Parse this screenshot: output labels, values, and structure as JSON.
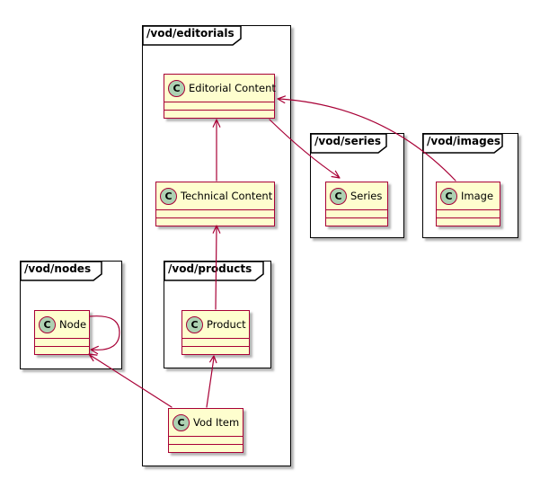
{
  "diagram": {
    "kind": "uml-class-diagram",
    "colors": {
      "background": "#FFFFFF",
      "class_fill": "#FEFECE",
      "class_border": "#A80036",
      "circle_fill": "#ADD1B2",
      "circle_border": "#A80036",
      "arrow": "#A80036",
      "package_border": "#000000",
      "package_fill": "#FFFFFF"
    },
    "packages": [
      {
        "id": "editorials",
        "label": "/vod/editorials"
      },
      {
        "id": "series",
        "label": "/vod/series"
      },
      {
        "id": "images",
        "label": "/vod/images"
      },
      {
        "id": "nodes",
        "label": "/vod/nodes"
      },
      {
        "id": "products",
        "label": "/vod/products"
      }
    ],
    "classes": [
      {
        "id": "editorial-content",
        "stereotype": "C",
        "name": "Editorial Content",
        "package": "/vod/editorials"
      },
      {
        "id": "technical-content",
        "stereotype": "C",
        "name": "Technical Content",
        "package": "/vod/editorials"
      },
      {
        "id": "series",
        "stereotype": "C",
        "name": "Series",
        "package": "/vod/series"
      },
      {
        "id": "image",
        "stereotype": "C",
        "name": "Image",
        "package": "/vod/images"
      },
      {
        "id": "node",
        "stereotype": "C",
        "name": "Node",
        "package": "/vod/nodes"
      },
      {
        "id": "product",
        "stereotype": "C",
        "name": "Product",
        "package": "/vod/products"
      },
      {
        "id": "vod-item",
        "stereotype": "C",
        "name": "Vod Item",
        "package": "/vod/editorials"
      }
    ],
    "edges": [
      {
        "from": "Technical Content",
        "to": "Editorial Content"
      },
      {
        "from": "Product",
        "to": "Technical Content"
      },
      {
        "from": "Vod Item",
        "to": "Product"
      },
      {
        "from": "Vod Item",
        "to": "Node"
      },
      {
        "from": "Node",
        "to": "Node"
      },
      {
        "from": "Editorial Content",
        "to": "Series"
      },
      {
        "from": "Image",
        "to": "Editorial Content"
      }
    ]
  }
}
